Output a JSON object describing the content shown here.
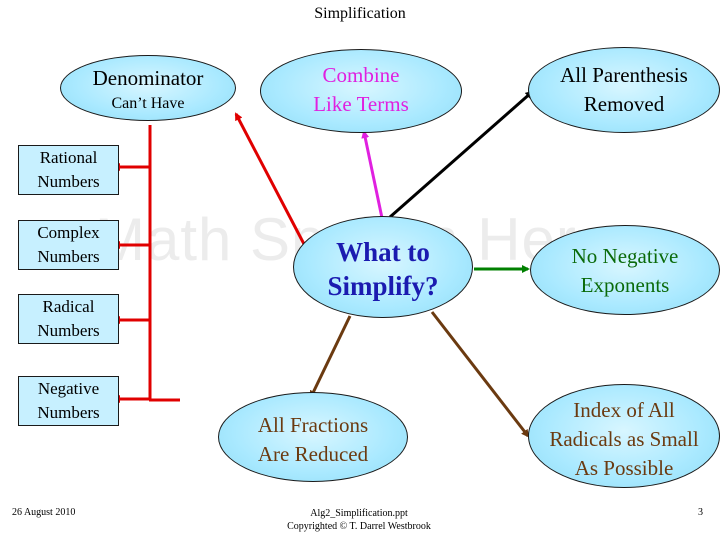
{
  "title": "Simplification",
  "watermark": "Math Spoken Here",
  "center": {
    "line1": "What to",
    "line2": "Simplify?"
  },
  "denominator": {
    "heading": "Denominator",
    "subheading": "Can’t Have"
  },
  "left_boxes": [
    {
      "line1": "Rational",
      "line2": "Numbers"
    },
    {
      "line1": "Complex",
      "line2": "Numbers"
    },
    {
      "line1": "Radical",
      "line2": "Numbers"
    },
    {
      "line1": "Negative",
      "line2": "Numbers"
    }
  ],
  "combine": {
    "line1": "Combine",
    "line2": "Like Terms"
  },
  "parenthesis": {
    "line1": "All Parenthesis",
    "line2": "Removed"
  },
  "exponents": {
    "line1": "No Negative",
    "line2": "Exponents"
  },
  "fractions": {
    "line1": "All Fractions",
    "line2": "Are Reduced"
  },
  "radicals": {
    "line1": "Index of All",
    "line2": "Radicals as Small",
    "line3": "As Possible"
  },
  "footer": {
    "date": "26 August 2010",
    "file": "Alg2_Simplification.ppt",
    "copyright": "Copyrighted © T. Darrel Westbrook",
    "page": "3"
  },
  "colors": {
    "oval_fill": "#a9e9ff",
    "box_fill": "#c7f0ff",
    "red": "#e00000",
    "magenta": "#e020e0",
    "black": "#000000",
    "green": "#008000",
    "brown": "#6b3a10"
  }
}
